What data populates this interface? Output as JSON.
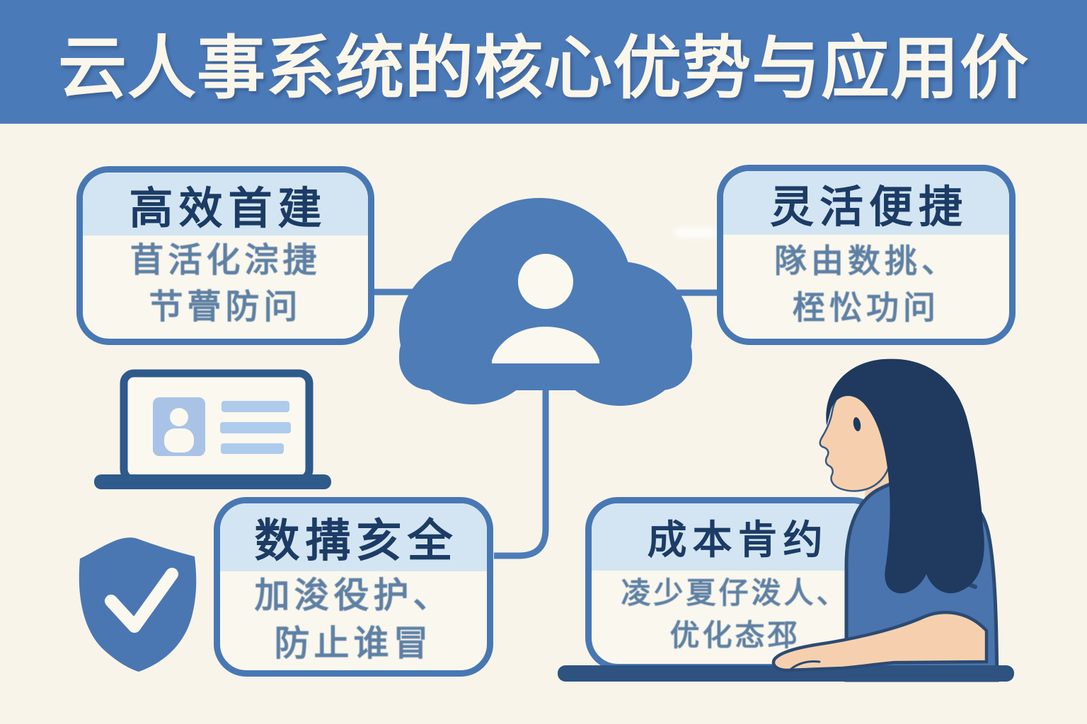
{
  "banner": {
    "title": "云人事系统的核心优势与应用价"
  },
  "boxes": [
    {
      "id": "efficient-management",
      "title": "高效首建",
      "lines": [
        "苜活化淙捷",
        "节瞢防问"
      ]
    },
    {
      "id": "flexible-convenient",
      "title": "灵活便捷",
      "lines": [
        "隊由数挑、",
        "桎忪功问"
      ]
    },
    {
      "id": "data-security",
      "title": "数搆亥全",
      "lines": [
        "加浚役护、",
        "防止谁冒"
      ]
    },
    {
      "id": "cost-saving",
      "title": "成本肯约",
      "lines": [
        "凌少夏仔泼人、",
        "优化态邳"
      ]
    }
  ],
  "illustrations": {
    "cloud_user": "cloud with person silhouette",
    "laptop_id_card": "laptop screen showing employee ID card and text lines",
    "shield_check": "security shield with checkmark",
    "woman_at_desk": "woman in blue shirt working at desk with mouse"
  },
  "colors": {
    "bannerBlue": "#4b7ab8",
    "bannerText": "#faf6ea",
    "bg": "#f8f4e9",
    "boxBorder": "#4878b4",
    "boxHeader": "#d3e5f2",
    "boxBody": "#faf7ee",
    "titleText": "#1c3c66",
    "subText": "#5e80a4",
    "artBlue": "#4d7cb7",
    "laptopDark": "#2e5a8c",
    "cardBlue": "#a9c3e6",
    "barBlue": "#aecbec",
    "shieldBlue": "#4a77b2",
    "cream": "#fbf8ef",
    "hair": "#1f3a5e",
    "skin": "#f6d0ae",
    "shirt": "#4a74ad",
    "outline": "#2b4a73",
    "desk": "#2e5380"
  }
}
